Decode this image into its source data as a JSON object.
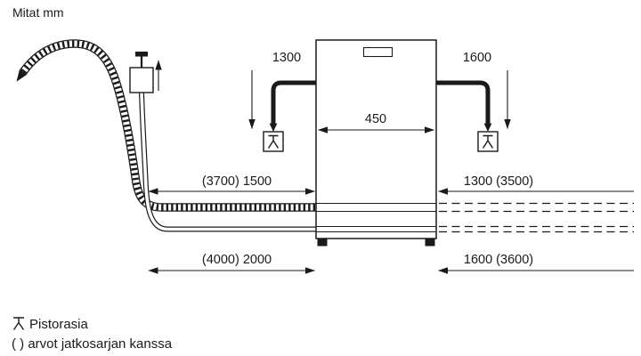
{
  "title": "Mitat mm",
  "colors": {
    "ink": "#1a1a1a",
    "background": "#ffffff"
  },
  "appliance": {
    "width_label": "450"
  },
  "dimensions": {
    "cable_left": "1300",
    "cable_right": "1600",
    "drain_left": "(3700) 1500",
    "upper_right": "1300 (3500)",
    "inlet_left": "(4000) 2000",
    "lower_right": "1600 (3600)"
  },
  "legend": {
    "socket_label": "Pistorasia",
    "brackets_note": "( ) arvot jatkosarjan kanssa"
  }
}
